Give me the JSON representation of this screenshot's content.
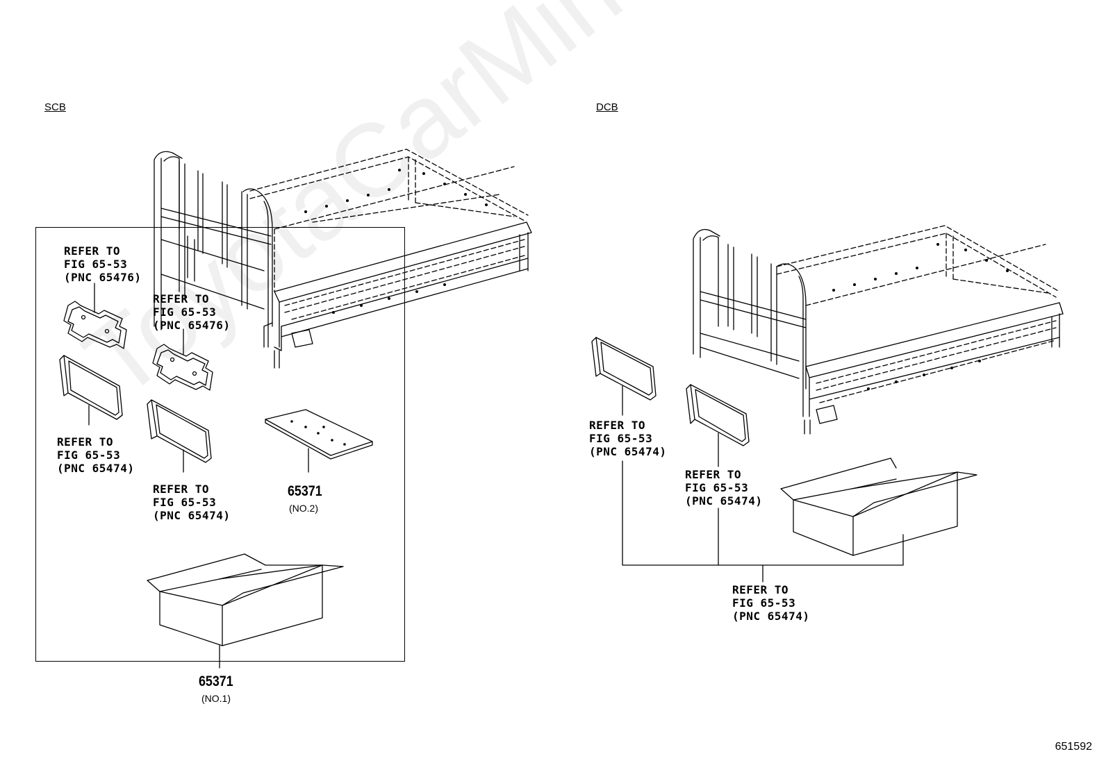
{
  "sections": {
    "scb": "SCB",
    "dcb": "DCB"
  },
  "watermark": "ToyotaCarMine.ru",
  "figure_number": "651592",
  "labels": {
    "scb_ref_1": "REFER TO\nFIG 65-53\n(PNC 65476)",
    "scb_ref_2": "REFER TO\nFIG 65-53\n(PNC 65476)",
    "scb_ref_3": "REFER TO\nFIG 65-53\n(PNC 65474)",
    "scb_ref_4": "REFER TO\nFIG 65-53\n(PNC 65474)",
    "dcb_ref_1": "REFER TO\nFIG 65-53\n(PNC 65474)",
    "dcb_ref_2": "REFER TO\nFIG 65-53\n(PNC 65474)",
    "dcb_ref_3": "REFER TO\nFIG 65-53\n(PNC 65474)"
  },
  "parts": {
    "part_no2": "65371",
    "part_no2_sub": "(NO.2)",
    "part_no1": "65371",
    "part_no1_sub": "(NO.1)"
  }
}
